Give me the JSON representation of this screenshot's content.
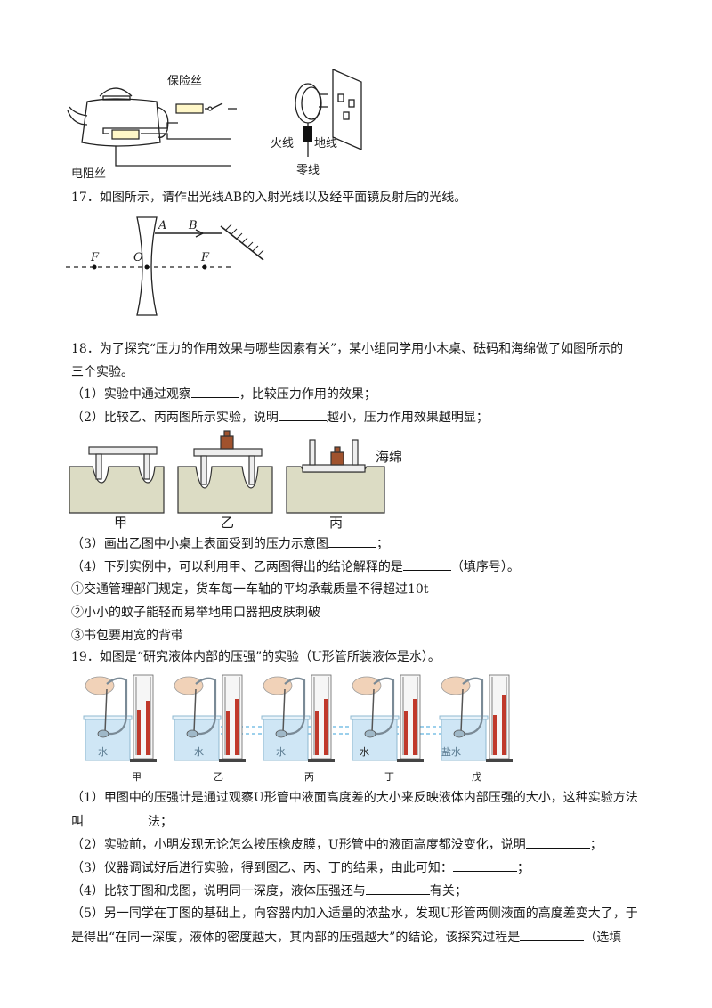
{
  "fig16": {
    "fuse_label": "保险丝",
    "resistor_label": "电阻丝",
    "live_label": "火线",
    "earth_label": "地线",
    "neutral_label": "零线"
  },
  "q17": {
    "text": "17．如图所示，请作出光线AB的入射光线以及经平面镜反射后的光线。",
    "label_F1": "F",
    "label_O": "O",
    "label_A": "A",
    "label_B": "B",
    "label_F2": "F"
  },
  "q18": {
    "line1": "18．为了探究“压力的作用效果与哪些因素有关”，某小组同学用小木桌、砝码和海绵做了如图所示的",
    "line2": "三个实验。",
    "p1_before": "（1）实验中通过观察",
    "p1_after": "，比较压力作用的效果；",
    "p2_before": "（2）比较乙、丙两图所示实验，说明",
    "p2_after": "越小，压力作用效果越明显；",
    "sponge_label": "海绵",
    "fig_labels": [
      "甲",
      "乙",
      "丙"
    ],
    "p3_before": "（3）画出乙图中小桌上表面受到的压力示意图",
    "p3_after": "；",
    "p4_before": "（4）下列实例中，可以利用甲、乙两图得出的结论解释的是",
    "p4_after": "（填序号）。",
    "opt1": "①交通管理部门规定，货车每一车轴的平均承载质量不得超过10t",
    "opt2": "②小小的蚊子能轻而易举地用口器把皮肤刺破",
    "opt3": "③书包要用宽的背带"
  },
  "q19": {
    "text": "19．如图是“研究液体内部的压强”的实验（U形管所装液体是水）。",
    "beaker_labels": [
      "水",
      "水",
      "水",
      "水",
      "盐水"
    ],
    "fig_labels": [
      "甲",
      "乙",
      "丙",
      "丁",
      "戊"
    ],
    "p1_line1": "（1）甲图中的压强计是通过观察U形管中液面高度差的大小来反映液体内部压强的大小，这种实验方法",
    "p1_line2_before": "叫",
    "p1_line2_after": "法；",
    "p2_before": "（2）实验前，小明发现无论怎么按压橡皮膜，U形管中的液面高度都没变化，说明",
    "p2_after": "；",
    "p3_before": "（3）仪器调试好后进行实验，得到图乙、丙、丁的结果，由此可知：",
    "p3_after": "；",
    "p4_before": "（4）比较丁图和戊图，说明同一深度，液体压强还与",
    "p4_after": "有关；",
    "p5_line1": "（5）另一同学在丁图的基础上，向容器内加入适量的浓盐水，发现U形管两侧液面的高度差变大了，于",
    "p5_line2_before": "是得出“在同一深度，液体的密度越大，其内部的压强越大”的结论，该探究过程是",
    "p5_line2_after": "（选填"
  },
  "colors": {
    "water": "#cfe6f5",
    "liquid_red": "#c0392b",
    "fuse_fill": "#fff7c8"
  }
}
